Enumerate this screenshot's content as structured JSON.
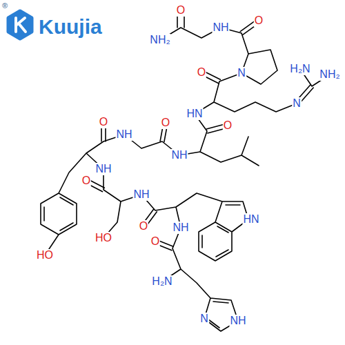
{
  "diagram": {
    "labels": [
      "®",
      "Kuujia",
      "O",
      "NH₂",
      "NH",
      "O",
      "N",
      "O",
      "H₂N",
      "NH₂",
      "N",
      "HN",
      "O",
      "O",
      "NH",
      "O",
      "NH",
      "NH",
      "O",
      "NH",
      "HN",
      "O",
      "HO",
      "NH",
      "O",
      "HO",
      "H₂N",
      "N",
      "NH"
    ]
  }
}
